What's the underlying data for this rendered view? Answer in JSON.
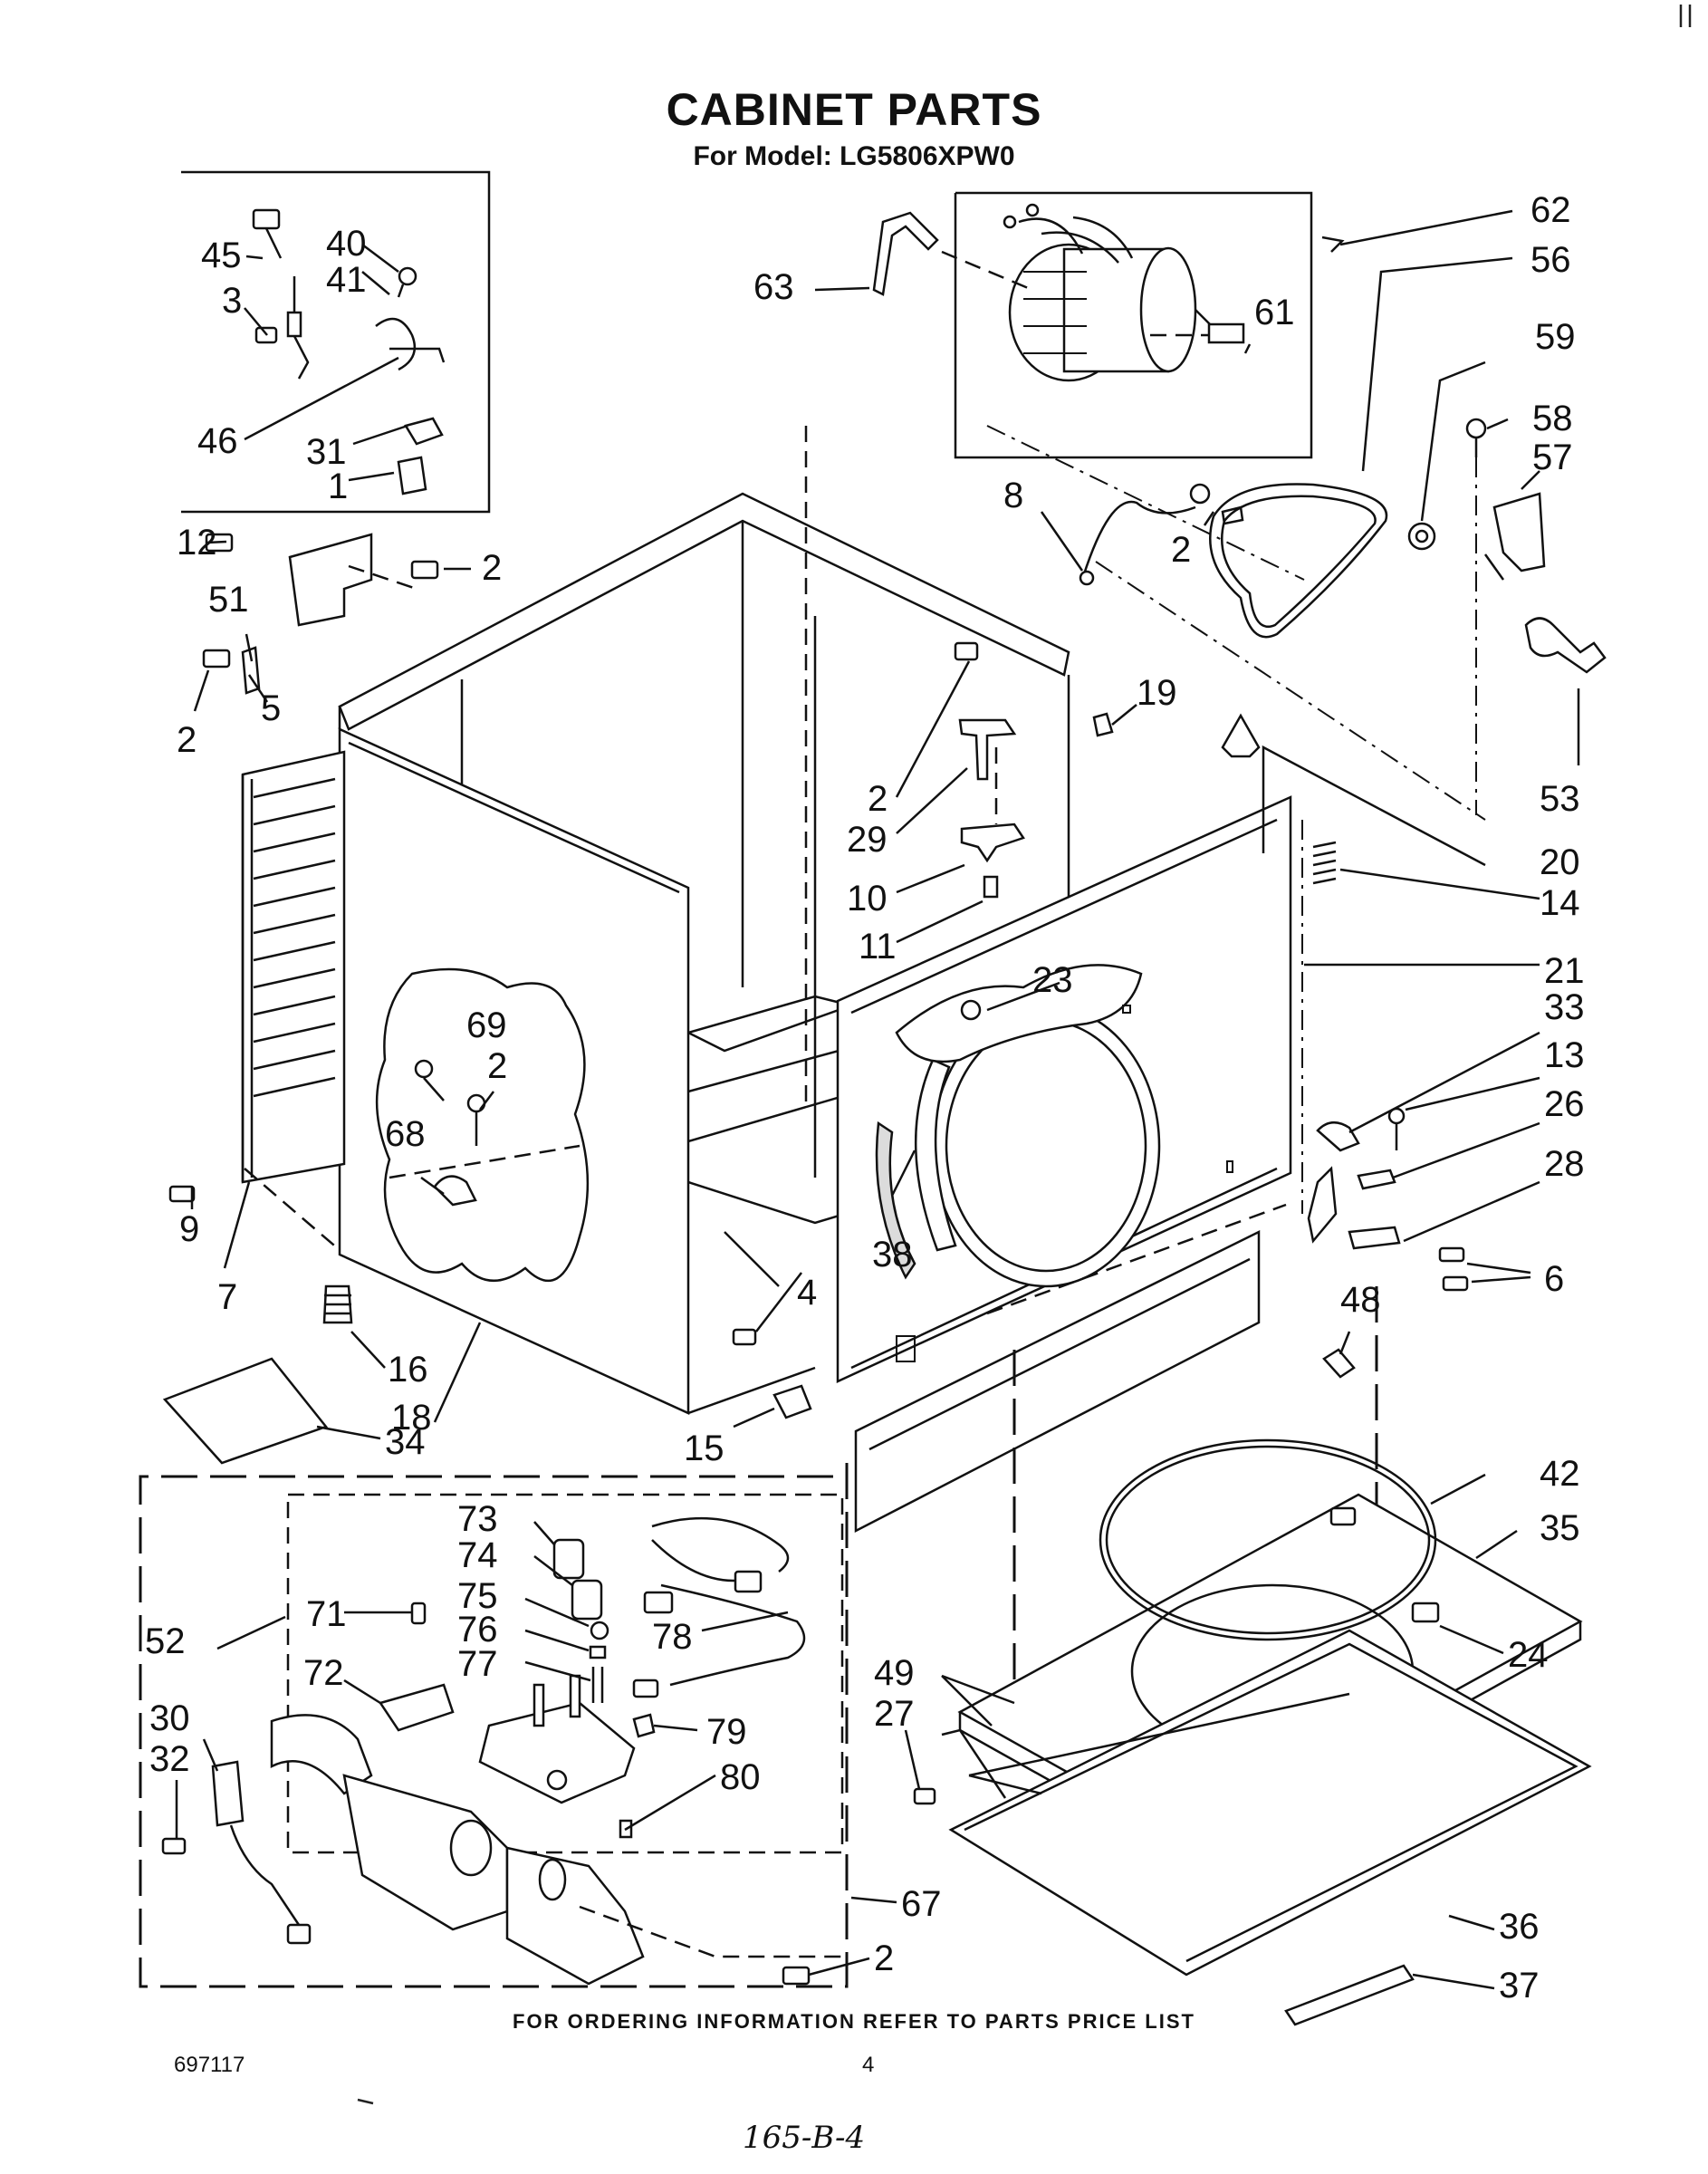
{
  "header": {
    "title": "CABINET PARTS",
    "subtitle": "For Model: LG5806XPW0"
  },
  "footer": {
    "ordering_note": "FOR ORDERING INFORMATION REFER TO PARTS PRICE LIST",
    "doc_number": "697117",
    "page_number": "4",
    "handwritten_note": "165-B-4"
  },
  "callouts": [
    "62",
    "56",
    "63",
    "61",
    "59",
    "58",
    "57",
    "8",
    "2",
    "53",
    "45",
    "40",
    "41",
    "3",
    "46",
    "31",
    "1",
    "12",
    "2",
    "51",
    "5",
    "2",
    "19",
    "2",
    "29",
    "20",
    "14",
    "10",
    "11",
    "21",
    "23",
    "33",
    "13",
    "26",
    "28",
    "6",
    "69",
    "2",
    "68",
    "38",
    "9",
    "7",
    "4",
    "16",
    "18",
    "48",
    "34",
    "15",
    "73",
    "74",
    "75",
    "76",
    "77",
    "78",
    "79",
    "80",
    "71",
    "72",
    "52",
    "30",
    "32",
    "42",
    "35",
    "24",
    "49",
    "27",
    "67",
    "2",
    "36",
    "37"
  ]
}
